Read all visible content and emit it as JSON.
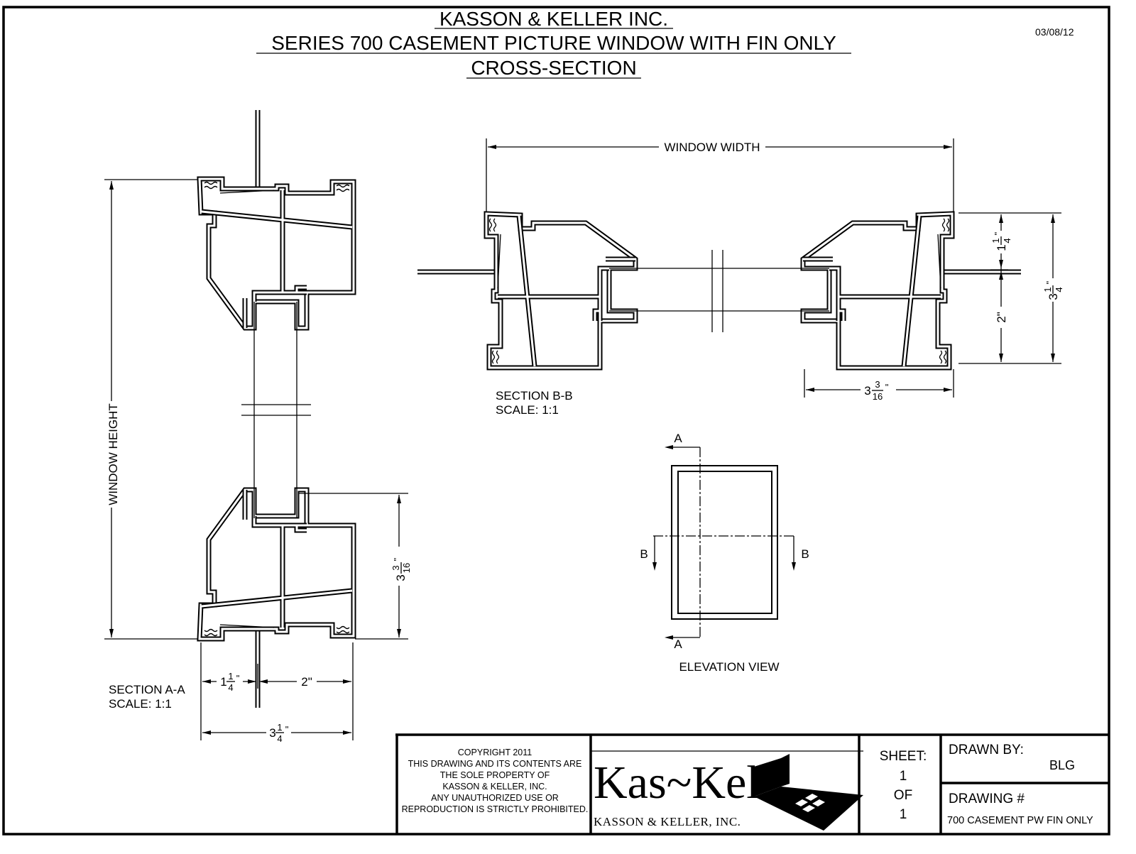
{
  "title": {
    "company": "KASSON & KELLER INC.",
    "series": "SERIES 700 CASEMENT PICTURE WINDOW WITH FIN ONLY",
    "view": "CROSS-SECTION",
    "date": "03/08/12"
  },
  "section_a": {
    "label": "SECTION A-A",
    "scale": "SCALE: 1:1",
    "height_label": "WINDOW HEIGHT",
    "dim_sash": {
      "whole": "3",
      "num": "3",
      "den": "16",
      "inch": "\""
    },
    "dim_fin": {
      "whole": "1",
      "num": "1",
      "den": "4",
      "inch": "\""
    },
    "dim_inner": "2\"",
    "dim_total": {
      "whole": "3",
      "num": "1",
      "den": "4",
      "inch": "\""
    }
  },
  "section_b": {
    "label": "SECTION B-B",
    "scale": "SCALE: 1:1",
    "width_label": "WINDOW WIDTH",
    "dim_sash": {
      "whole": "3",
      "num": "3",
      "den": "16",
      "inch": "\""
    },
    "dim_fin": {
      "whole": "1",
      "num": "1",
      "den": "4",
      "inch": "\""
    },
    "dim_inner": "2\"",
    "dim_total": {
      "whole": "3",
      "num": "1",
      "den": "4",
      "inch": "\""
    }
  },
  "elevation": {
    "label": "ELEVATION VIEW",
    "section_a_mark": "A",
    "section_b_mark": "B"
  },
  "title_block": {
    "copyright": [
      "COPYRIGHT 2011",
      "THIS DRAWING AND ITS CONTENTS ARE",
      "THE SOLE PROPERTY OF",
      "KASSON & KELLER, INC.",
      "ANY UNAUTHORIZED USE OR",
      "REPRODUCTION IS STRICTLY PROHIBITED."
    ],
    "logo_main": "Kas~Kel",
    "logo_sub": "KASSON & KELLER, INC.",
    "sheet_label": "SHEET:",
    "sheet_num": "1",
    "sheet_of": "OF",
    "sheet_total": "1",
    "drawn_by_label": "DRAWN BY:",
    "drawn_by": "BLG",
    "drawing_label": "DRAWING #",
    "drawing_num": "700 CASEMENT PW FIN ONLY"
  }
}
